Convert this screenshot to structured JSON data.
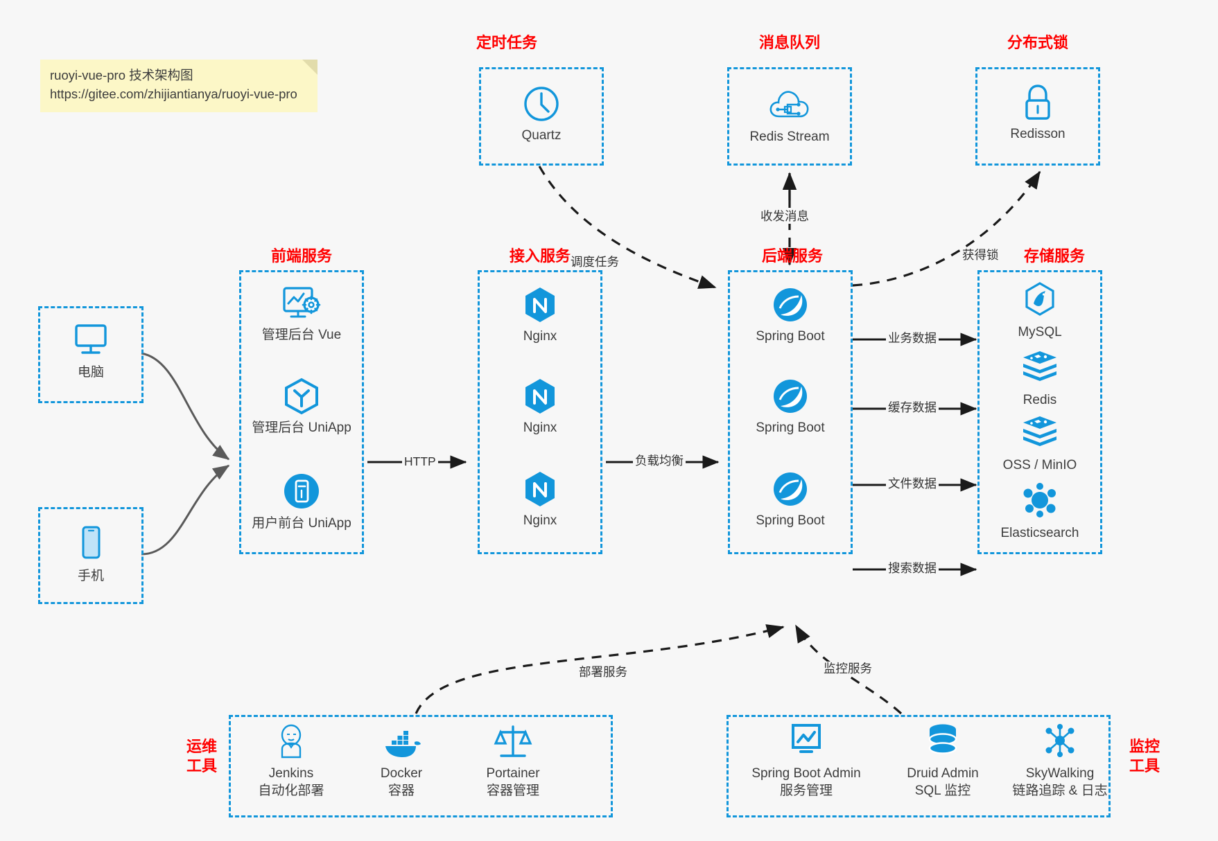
{
  "note": {
    "line1": "ruoyi-vue-pro 技术架构图",
    "line2": "https://gitee.com/zhijiantianya/ruoyi-vue-pro"
  },
  "colors": {
    "accent": "#1296db",
    "group_title": "#ff0000",
    "background": "#f7f7f7",
    "note_bg": "#fcf7c7",
    "arrow_solid": "#1a1a1a",
    "arrow_gray": "#5a5a5a"
  },
  "groups": {
    "scheduled_task": {
      "title": "定时任务",
      "nodes": [
        {
          "label": "Quartz",
          "icon": "clock-icon"
        }
      ]
    },
    "message_queue": {
      "title": "消息队列",
      "nodes": [
        {
          "label": "Redis Stream",
          "icon": "cloud-stream-icon"
        }
      ]
    },
    "distributed_lock": {
      "title": "分布式锁",
      "nodes": [
        {
          "label": "Redisson",
          "icon": "lock-icon"
        }
      ]
    },
    "clients": {
      "nodes": [
        {
          "label": "电脑",
          "icon": "desktop-icon"
        },
        {
          "label": "手机",
          "icon": "mobile-icon"
        }
      ]
    },
    "frontend": {
      "title": "前端服务",
      "nodes": [
        {
          "label": "管理后台 Vue",
          "icon": "dashboard-gear-icon"
        },
        {
          "label": "管理后台 UniApp",
          "icon": "uniapp-cube-icon"
        },
        {
          "label": "用户前台 UniApp",
          "icon": "mobile-app-icon"
        }
      ]
    },
    "gateway": {
      "title": "接入服务",
      "nodes": [
        {
          "label": "Nginx",
          "icon": "nginx-icon"
        },
        {
          "label": "Nginx",
          "icon": "nginx-icon"
        },
        {
          "label": "Nginx",
          "icon": "nginx-icon"
        }
      ]
    },
    "backend": {
      "title": "后端服务",
      "nodes": [
        {
          "label": "Spring Boot",
          "icon": "spring-boot-icon"
        },
        {
          "label": "Spring Boot",
          "icon": "spring-boot-icon"
        },
        {
          "label": "Spring Boot",
          "icon": "spring-boot-icon"
        }
      ]
    },
    "storage": {
      "title": "存储服务",
      "nodes": [
        {
          "label": "MySQL",
          "icon": "mysql-icon"
        },
        {
          "label": "Redis",
          "icon": "redis-stack-icon"
        },
        {
          "label": "OSS / MinIO",
          "icon": "oss-stack-icon"
        },
        {
          "label": "Elasticsearch",
          "icon": "elasticsearch-icon"
        }
      ]
    },
    "devops": {
      "title": "运维\n工具",
      "title_line1": "运维",
      "title_line2": "工具",
      "nodes": [
        {
          "label": "Jenkins",
          "sub": "自动化部署",
          "icon": "jenkins-icon"
        },
        {
          "label": "Docker",
          "sub": "容器",
          "icon": "docker-icon"
        },
        {
          "label": "Portainer",
          "sub": "容器管理",
          "icon": "scales-icon"
        }
      ]
    },
    "monitoring": {
      "title_line1": "监控",
      "title_line2": "工具",
      "nodes": [
        {
          "label": "Spring Boot Admin",
          "sub": "服务管理",
          "icon": "monitor-chart-icon"
        },
        {
          "label": "Druid Admin",
          "sub": "SQL 监控",
          "icon": "database-icon"
        },
        {
          "label": "SkyWalking",
          "sub": "链路追踪 & 日志",
          "icon": "skywalking-icon"
        }
      ]
    }
  },
  "edges": [
    {
      "name": "http",
      "label": "HTTP"
    },
    {
      "name": "load-balance",
      "label": "负载均衡"
    },
    {
      "name": "schedule-task",
      "label": "调度任务"
    },
    {
      "name": "send-receive-message",
      "label": "收发消息"
    },
    {
      "name": "acquire-lock",
      "label": "获得锁"
    },
    {
      "name": "business-data",
      "label": "业务数据"
    },
    {
      "name": "cache-data",
      "label": "缓存数据"
    },
    {
      "name": "file-data",
      "label": "文件数据"
    },
    {
      "name": "search-data",
      "label": "搜索数据"
    },
    {
      "name": "deploy-service",
      "label": "部署服务"
    },
    {
      "name": "monitor-service",
      "label": "监控服务"
    }
  ]
}
